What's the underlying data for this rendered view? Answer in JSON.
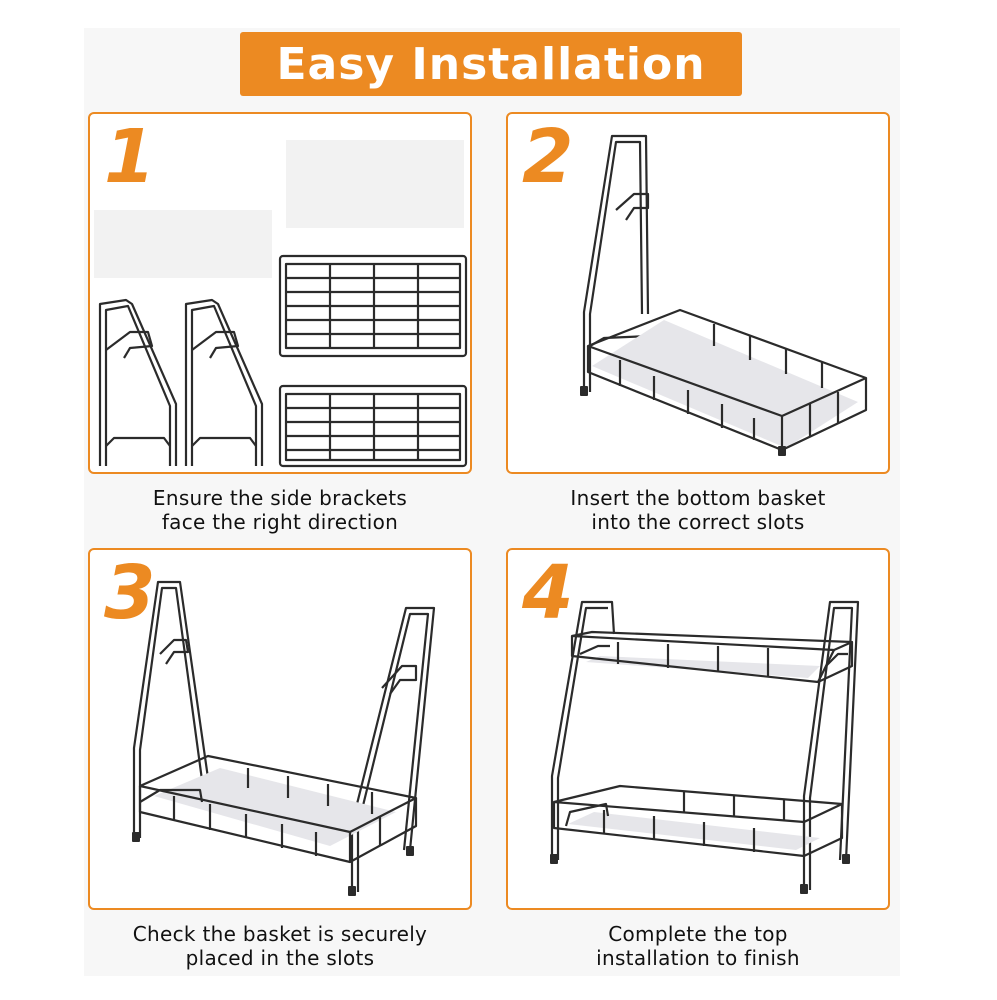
{
  "header": {
    "title": "Easy Installation"
  },
  "colors": {
    "accent": "#ec8a22",
    "frame": "#2b2b2b",
    "shelf": "#e6e6ea"
  },
  "steps": [
    {
      "number": "1",
      "caption_line1": "Ensure the side brackets",
      "caption_line2": "face the right direction"
    },
    {
      "number": "2",
      "caption_line1": "Insert the bottom basket",
      "caption_line2": "into the correct slots"
    },
    {
      "number": "3",
      "caption_line1": "Check the basket is securely",
      "caption_line2": "placed in the slots"
    },
    {
      "number": "4",
      "caption_line1": "Complete the top",
      "caption_line2": "installation to finish"
    }
  ]
}
